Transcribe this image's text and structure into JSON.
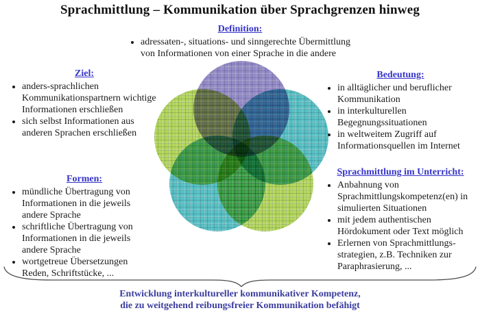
{
  "title": "Sprachmittlung – Kommunikation über Sprachgrenzen hinweg",
  "sections": {
    "definition": {
      "heading": "Definition:",
      "bullets": [
        "adressaten-, situations- und sinngerechte Übermittlung von Informationen von einer Sprache in die andere"
      ]
    },
    "ziel": {
      "heading": "Ziel:",
      "bullets": [
        "anders-sprachlichen Kommunikationspartnern wichtige Informationen erschließen",
        "sich selbst Informationen aus anderen Sprachen erschließen"
      ]
    },
    "formen": {
      "heading": "Formen:",
      "bullets": [
        "mündliche Übertragung von Informationen in die jeweils andere Sprache",
        "schriftliche Übertragung von Informationen in die jeweils andere Sprache",
        "wortgetreue Übersetzungen Reden, Schriftstücke, ..."
      ]
    },
    "bedeutung": {
      "heading": "Bedeutung:",
      "bullets": [
        "in alltäglicher und beruflicher Kommunikation",
        "in interkulturellen Begegnungssituationen",
        "in weltweitem Zugriff auf Informationsquellen im Internet"
      ]
    },
    "unterricht": {
      "heading": "Sprachmittlung im Unterricht:",
      "bullets": [
        "Anbahnung von Sprachmittlungskompetenz(en) in simulierten Situationen",
        "mit jedem authentischen Hördokument oder Text möglich",
        "Erlernen von Sprachmittlungs-strategien, z.B. Techniken zur Paraphrasierung, ..."
      ]
    }
  },
  "conclusion": {
    "line1": "Entwicklung interkultureller kommunikativer Kompetenz,",
    "line2": "die zu weitgehend reibungsfreier Kommunikation befähigt"
  },
  "diagram": {
    "circles": [
      {
        "name": "top-circle",
        "color": "#938ac9"
      },
      {
        "name": "upper-right-circle",
        "color": "#56c1c6"
      },
      {
        "name": "lower-right-circle",
        "color": "#b3d75c"
      },
      {
        "name": "lower-left-circle",
        "color": "#56c1c6"
      },
      {
        "name": "upper-left-circle",
        "color": "#b3d75c"
      }
    ]
  },
  "colors": {
    "heading_blue": "#3533c9",
    "conclusion_blue": "#3b3d9e",
    "body_text": "#1a1a1a",
    "brace_gray": "#4a4a4a"
  }
}
